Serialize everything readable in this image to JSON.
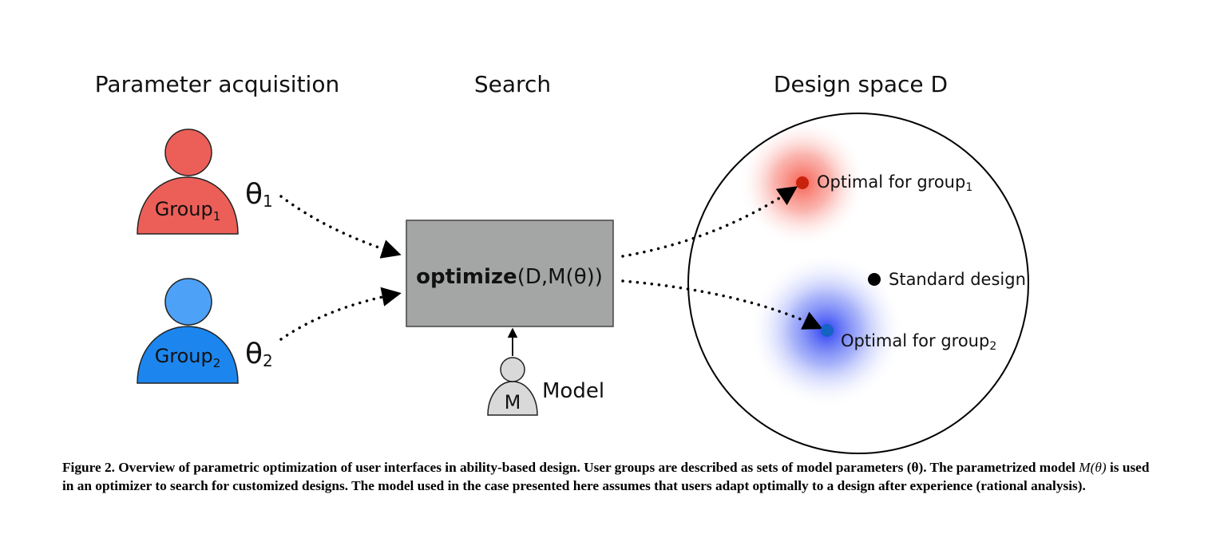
{
  "headings": {
    "acquisition": "Parameter acquisition",
    "search": "Search",
    "design_space": "Design space D"
  },
  "groups": [
    {
      "label": "Group",
      "subscript": "1",
      "theta": "θ",
      "theta_sub": "1",
      "color": "#ec5f58"
    },
    {
      "label": "Group",
      "subscript": "2",
      "theta": "θ",
      "theta_sub": "2",
      "color": "#1c86ee"
    }
  ],
  "optimizer": {
    "bold": "optimize",
    "rest": "(D,M(θ))",
    "box_color": "#a4a6a5"
  },
  "model": {
    "letter": "M",
    "label": "Model"
  },
  "design_space": {
    "optimal_group1": "Optimal for group",
    "optimal_group1_sub": "1",
    "standard": "Standard design",
    "optimal_group2": "Optimal for group",
    "optimal_group2_sub": "2",
    "red_dot": "#c8220c",
    "blue_dot": "#1563c4",
    "standard_dot": "#000000"
  },
  "caption": {
    "part1": "Figure 2.  Overview of parametric optimization of user interfaces in ability-based design.  User groups are described as sets of model parameters (θ). The parametrized model ",
    "math": "M(θ)",
    "part2": " is used in an optimizer to search for customized designs. The model used in the case presented here assumes that users adapt optimally to a design after experience (rational analysis)."
  }
}
